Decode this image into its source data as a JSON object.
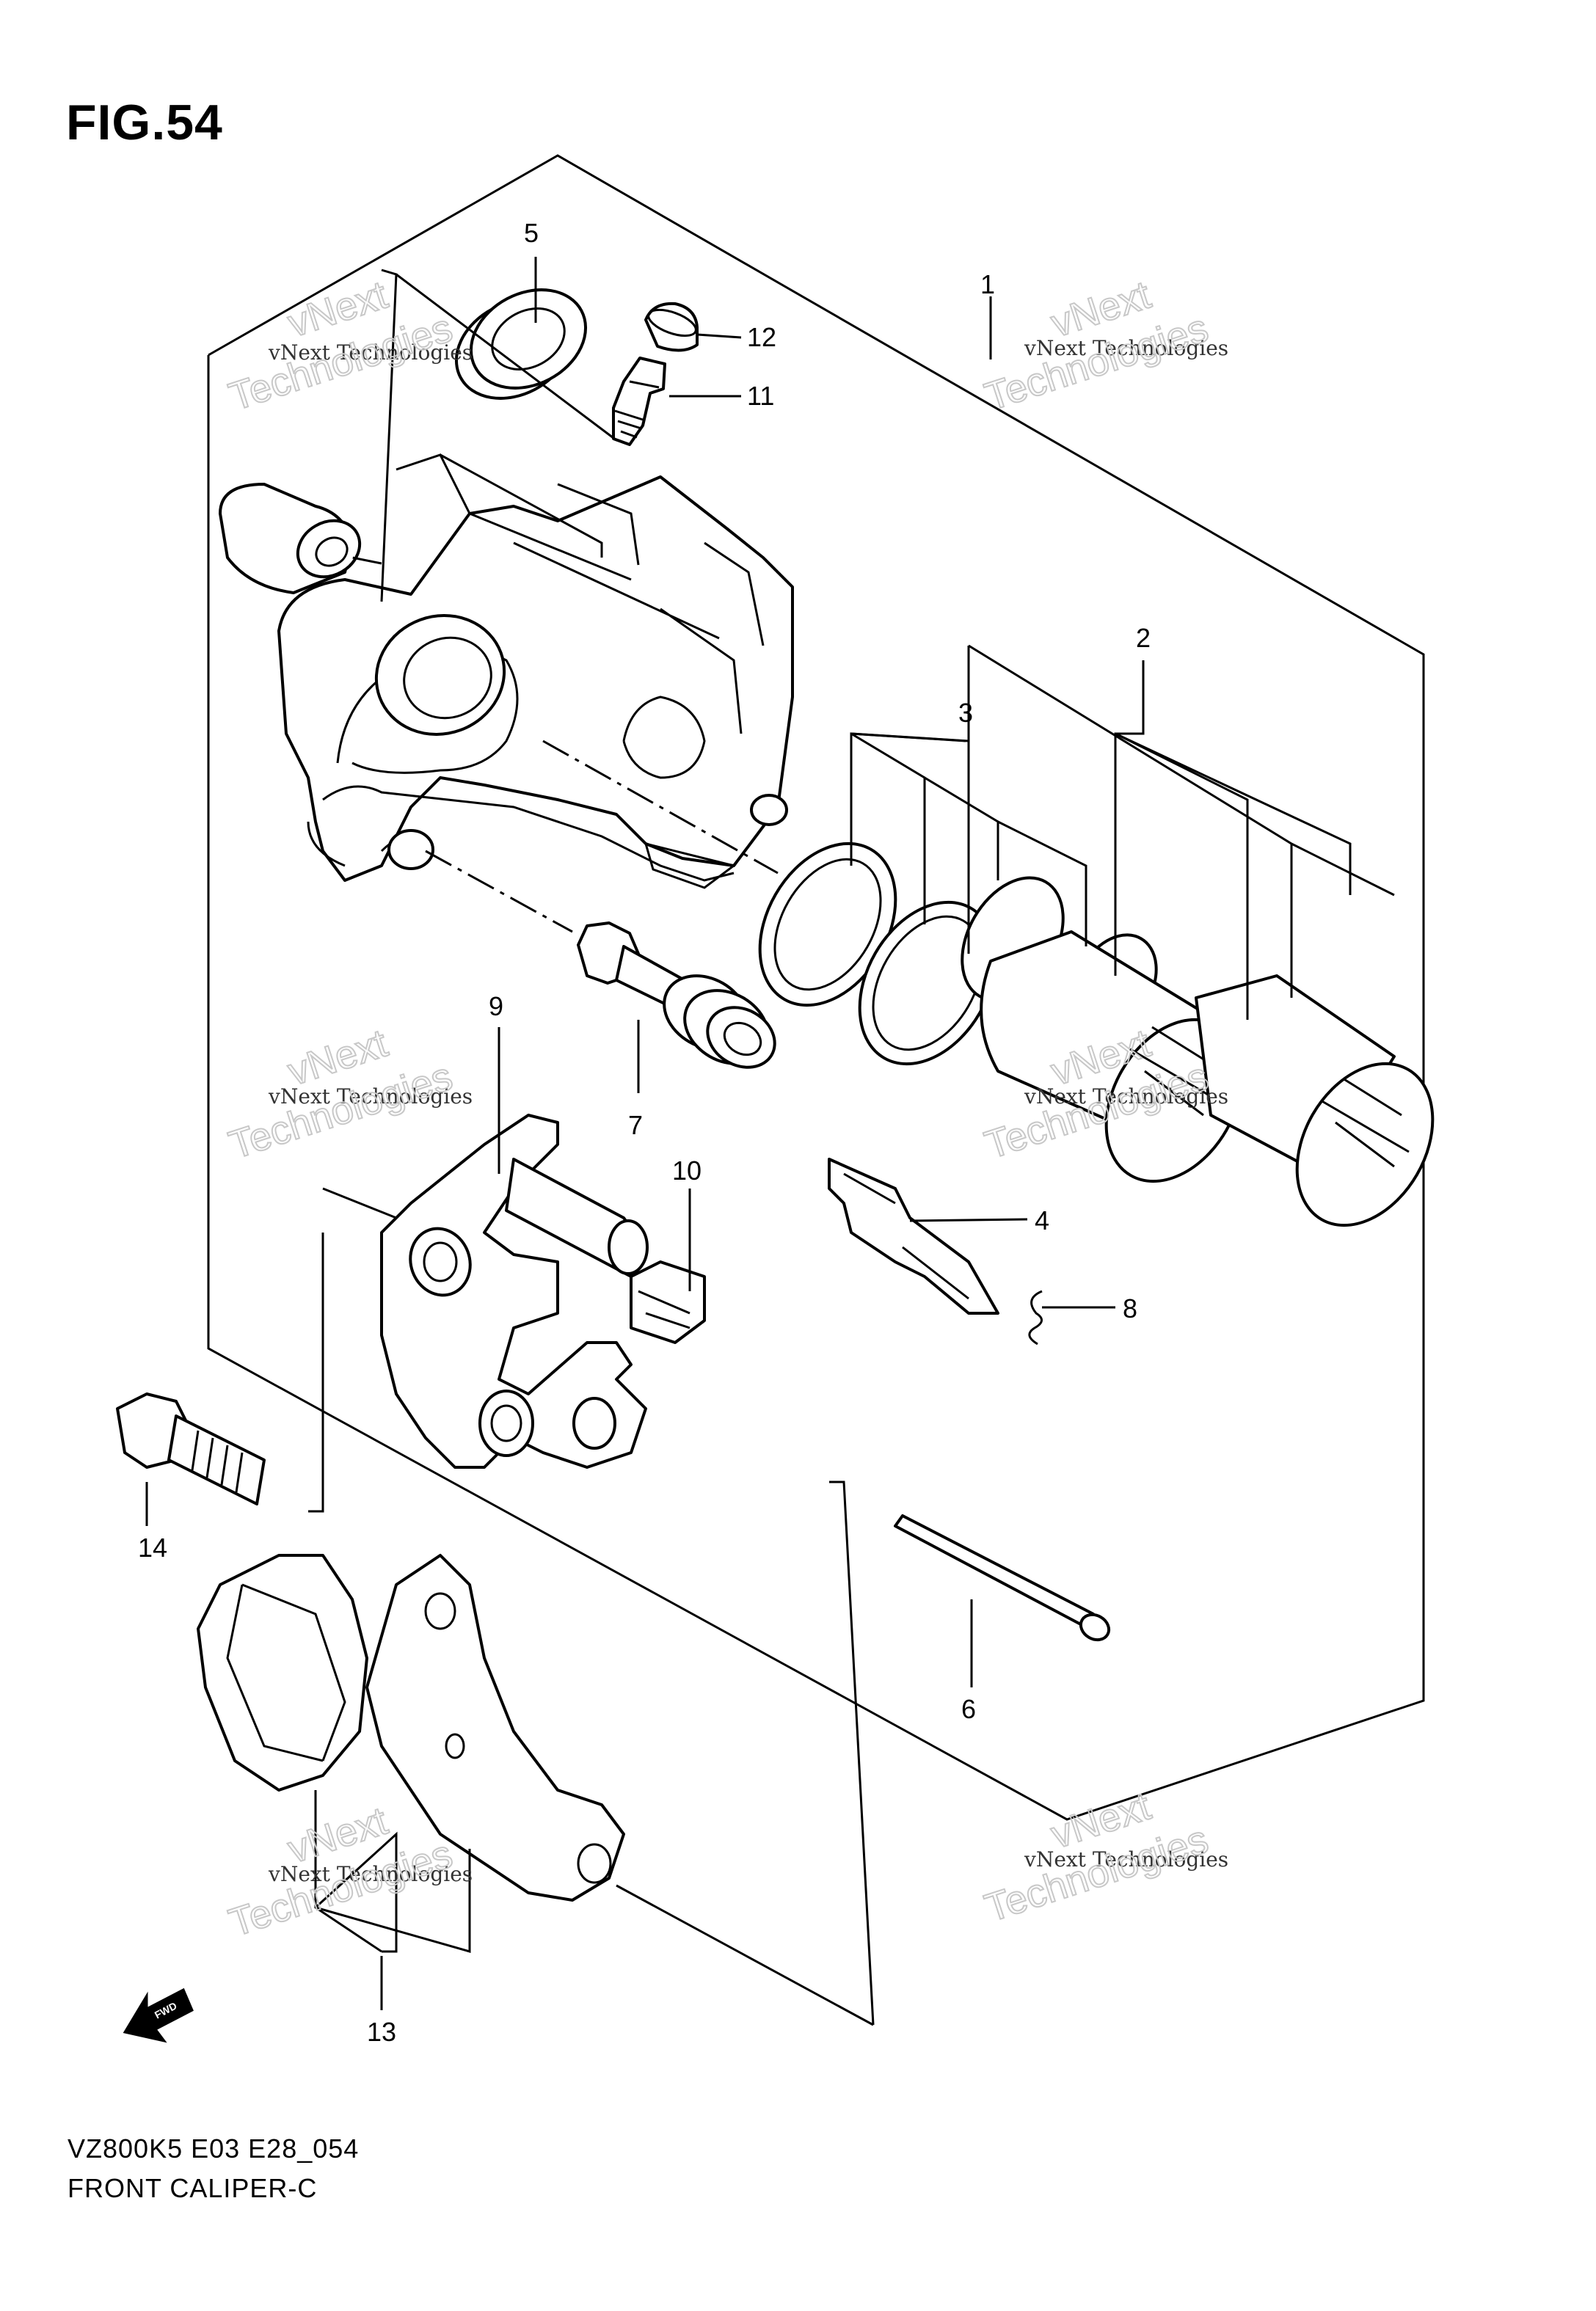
{
  "figure": {
    "title": "FIG.54"
  },
  "callouts": [
    {
      "id": "c1",
      "label": "1"
    },
    {
      "id": "c2",
      "label": "2"
    },
    {
      "id": "c3",
      "label": "3"
    },
    {
      "id": "c4",
      "label": "4"
    },
    {
      "id": "c5",
      "label": "5"
    },
    {
      "id": "c6",
      "label": "6"
    },
    {
      "id": "c7",
      "label": "7"
    },
    {
      "id": "c8",
      "label": "8"
    },
    {
      "id": "c9",
      "label": "9"
    },
    {
      "id": "c10",
      "label": "10"
    },
    {
      "id": "c11",
      "label": "11"
    },
    {
      "id": "c12",
      "label": "12"
    },
    {
      "id": "c13",
      "label": "13"
    },
    {
      "id": "c14",
      "label": "14"
    }
  ],
  "watermark": {
    "line1": "vNext Technologies",
    "line2": "vNext",
    "line3": "Technologies"
  },
  "fwd_arrow": {
    "label": "FWD"
  },
  "footer": {
    "code": "VZ800K5 E03 E28_054",
    "name": "FRONT CALIPER-C"
  }
}
